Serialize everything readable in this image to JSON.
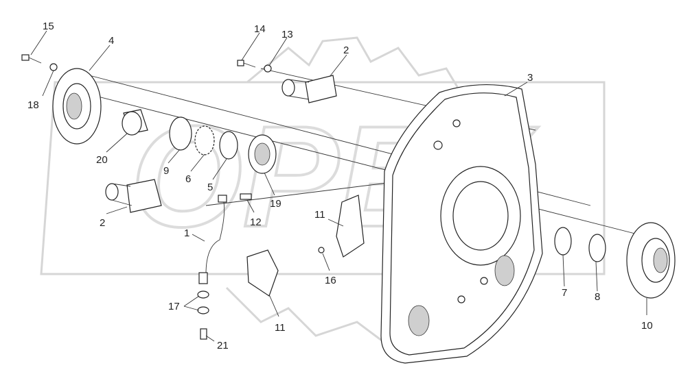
{
  "labels": {
    "l1": "1",
    "l2a": "2",
    "l2b": "2",
    "l3": "3",
    "l4": "4",
    "l5": "5",
    "l6": "6",
    "l7": "7",
    "l8": "8",
    "l9": "9",
    "l10": "10",
    "l11a": "11",
    "l11b": "11",
    "l12": "12",
    "l13": "13",
    "l14": "14",
    "l15": "15",
    "l16": "16",
    "l17": "17",
    "l18": "18",
    "l19": "19",
    "l20": "20",
    "l21": "21"
  },
  "watermark": "OPEX",
  "colors": {
    "line": "#222222",
    "shade": "#cfcfcf",
    "watermark": "#d6d6d6"
  }
}
